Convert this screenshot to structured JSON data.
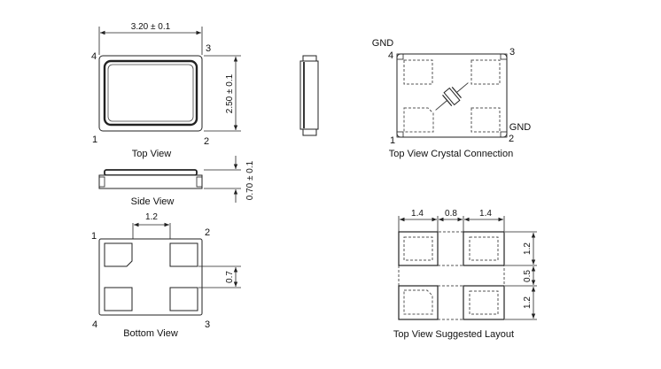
{
  "top_view": {
    "caption": "Top View",
    "width_dim": "3.20 ± 0.1",
    "height_dim": "2.50 ± 0.1",
    "pin1": "1",
    "pin2": "2",
    "pin3": "3",
    "pin4": "4"
  },
  "side_view": {
    "caption": "Side View",
    "thickness_dim": "0.70 ± 0.1"
  },
  "bottom_view": {
    "caption": "Bottom View",
    "gap_dim": "1.2",
    "pad_dim": "0.7",
    "pin1": "1",
    "pin2": "2",
    "pin3": "3",
    "pin4": "4"
  },
  "crystal_connection": {
    "caption": "Top View Crystal Connection",
    "gnd_top": "GND",
    "gnd_bottom": "GND",
    "pin1": "1",
    "pin2": "2",
    "pin3": "3",
    "pin4": "4"
  },
  "suggested_layout": {
    "caption": "Top View Suggested Layout",
    "dim_left": "1.4",
    "dim_mid": "0.8",
    "dim_right": "1.4",
    "dim_v_top": "1.2",
    "dim_v_mid": "0.5",
    "dim_v_bot": "1.2"
  },
  "colors": {
    "line": "#222222",
    "pad_dash": "#777777",
    "pad_fill": "#f2f2f2"
  }
}
